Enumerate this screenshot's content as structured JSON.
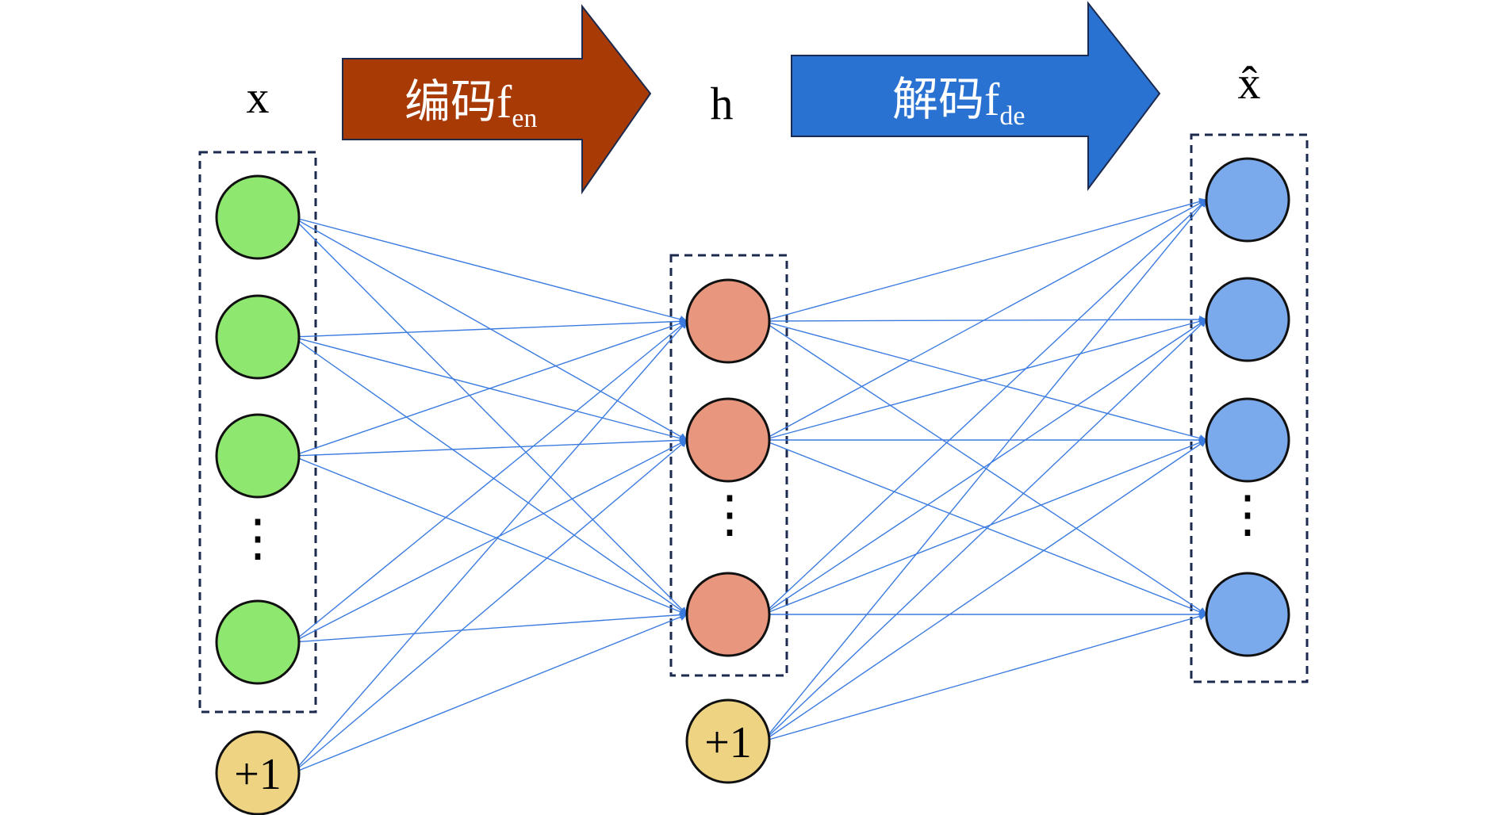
{
  "labels": {
    "input": "x",
    "hidden": "h",
    "output": "x̂"
  },
  "encoder": {
    "text": "编码",
    "func": "f",
    "sub": "en",
    "color": "#A73A05"
  },
  "decoder": {
    "text": "解码",
    "func": "f",
    "sub": "de",
    "color": "#2A72D2"
  },
  "bias_label": "+1",
  "ellipsis": "⋮",
  "colors": {
    "input_node": "#8EE76E",
    "hidden_node": "#E8967E",
    "output_node": "#7BAAEC",
    "bias_node": "#EDD382",
    "edge": "#3B7BE0",
    "box_border": "#1B2A4E",
    "node_stroke": "#111111"
  },
  "layers": [
    {
      "id": "input",
      "visible_nodes": 4,
      "has_ellipsis": true,
      "has_bias": true
    },
    {
      "id": "hidden",
      "visible_nodes": 3,
      "has_ellipsis": true,
      "has_bias": true
    },
    {
      "id": "output",
      "visible_nodes": 4,
      "has_ellipsis": true,
      "has_bias": false
    }
  ]
}
